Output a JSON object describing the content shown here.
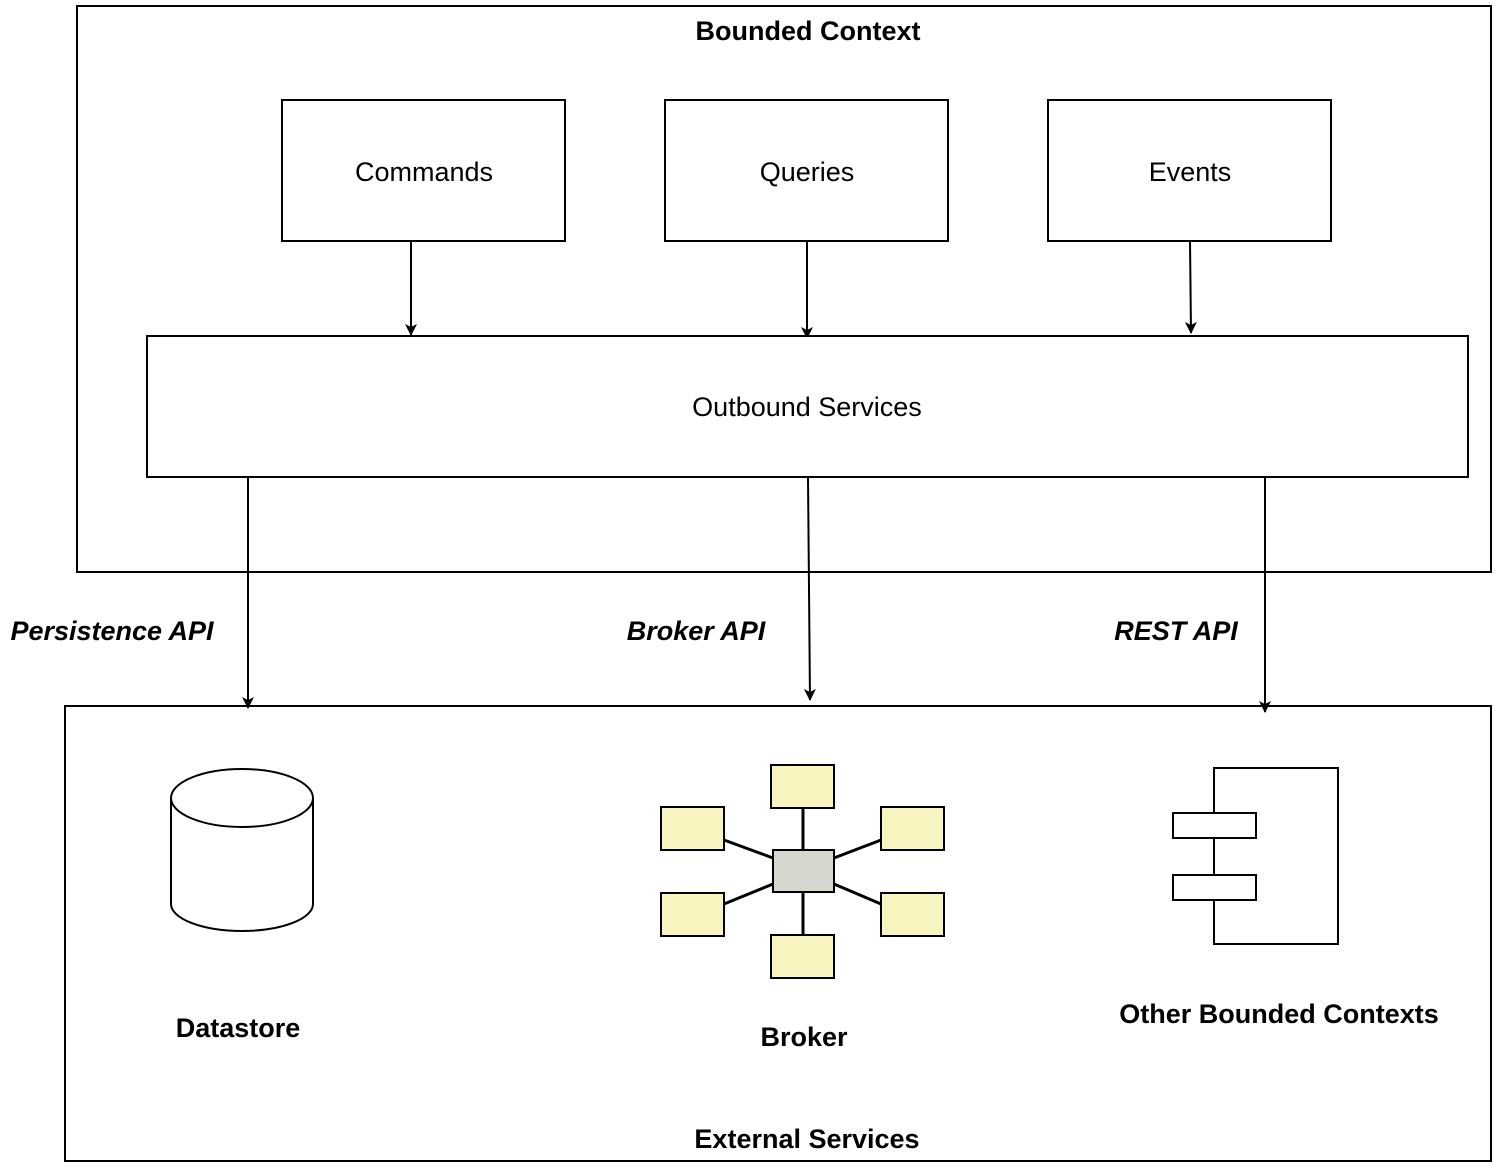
{
  "bounded_context": {
    "title": "Bounded Context",
    "commands": "Commands",
    "queries": "Queries",
    "events": "Events",
    "outbound_services": "Outbound Services"
  },
  "apis": {
    "persistence": "Persistence API",
    "broker": "Broker API",
    "rest": "REST API"
  },
  "external_services": {
    "title": "External Services",
    "datastore": "Datastore",
    "broker": "Broker",
    "other_contexts": "Other Bounded Contexts"
  },
  "colors": {
    "stroke": "#000000",
    "node_fill": "#f8f4c0",
    "hub_fill": "#d7d7d0",
    "background": "#ffffff"
  },
  "icons": {
    "datastore": "database-cylinder-icon",
    "broker": "hub-network-icon",
    "other_contexts": "uml-component-icon"
  }
}
